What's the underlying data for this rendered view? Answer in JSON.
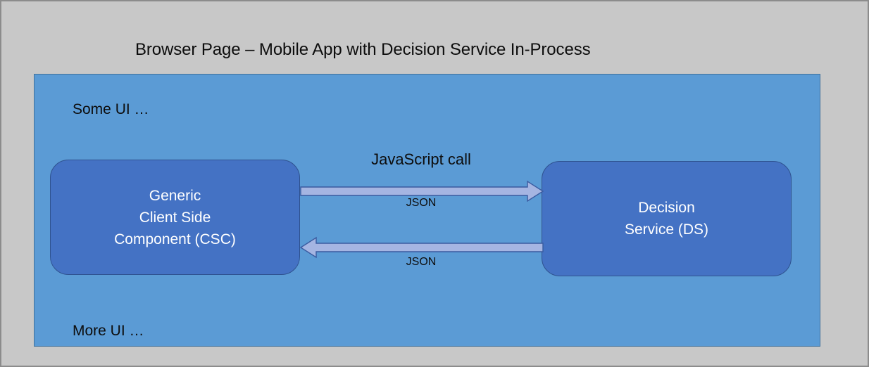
{
  "slide": {
    "title": "Browser Page – Mobile App with Decision Service In-Process",
    "background_color": "#c8c8c8",
    "border_color": "#8c8c8c"
  },
  "browser_panel": {
    "fill_color": "#5B9BD5",
    "border_color": "#41719C",
    "top_note": "Some UI …",
    "bottom_note": "More UI …"
  },
  "diagram": {
    "type": "block-diagram",
    "nodes": [
      {
        "id": "csc",
        "lines": [
          "Generic",
          "Client Side",
          "Component (CSC)"
        ],
        "fill_color": "#4472C4",
        "border_color": "#2F528F",
        "text_color": "#FFFFFF"
      },
      {
        "id": "ds",
        "lines": [
          "Decision",
          "Service (DS)"
        ],
        "fill_color": "#4472C4",
        "border_color": "#2F528F",
        "text_color": "#FFFFFF"
      }
    ],
    "connectors": [
      {
        "id": "request",
        "from": "csc",
        "to": "ds",
        "direction": "right",
        "label_above": "JavaScript call",
        "label_below": "JSON",
        "fill_color": "#A5B5E2",
        "border_color": "#3A5BA0"
      },
      {
        "id": "response",
        "from": "ds",
        "to": "csc",
        "direction": "left",
        "label_below": "JSON",
        "fill_color": "#A5B5E2",
        "border_color": "#3A5BA0"
      }
    ]
  }
}
